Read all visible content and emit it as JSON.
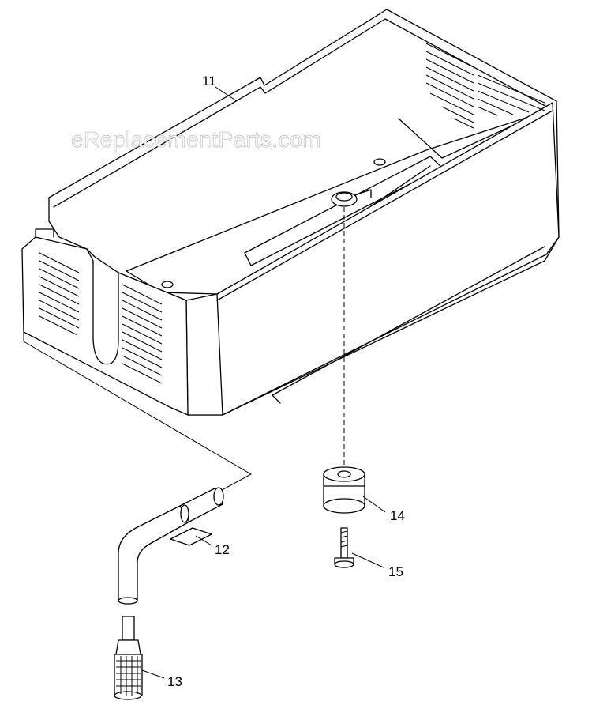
{
  "watermark": "eReplacementParts.com",
  "callouts": [
    {
      "id": "11",
      "label": "11"
    },
    {
      "id": "12",
      "label": "12"
    },
    {
      "id": "13",
      "label": "13"
    },
    {
      "id": "14",
      "label": "14"
    },
    {
      "id": "15",
      "label": "15"
    }
  ],
  "colors": {
    "line": "#000000",
    "background": "#ffffff",
    "watermark": "#cfcfcf"
  }
}
